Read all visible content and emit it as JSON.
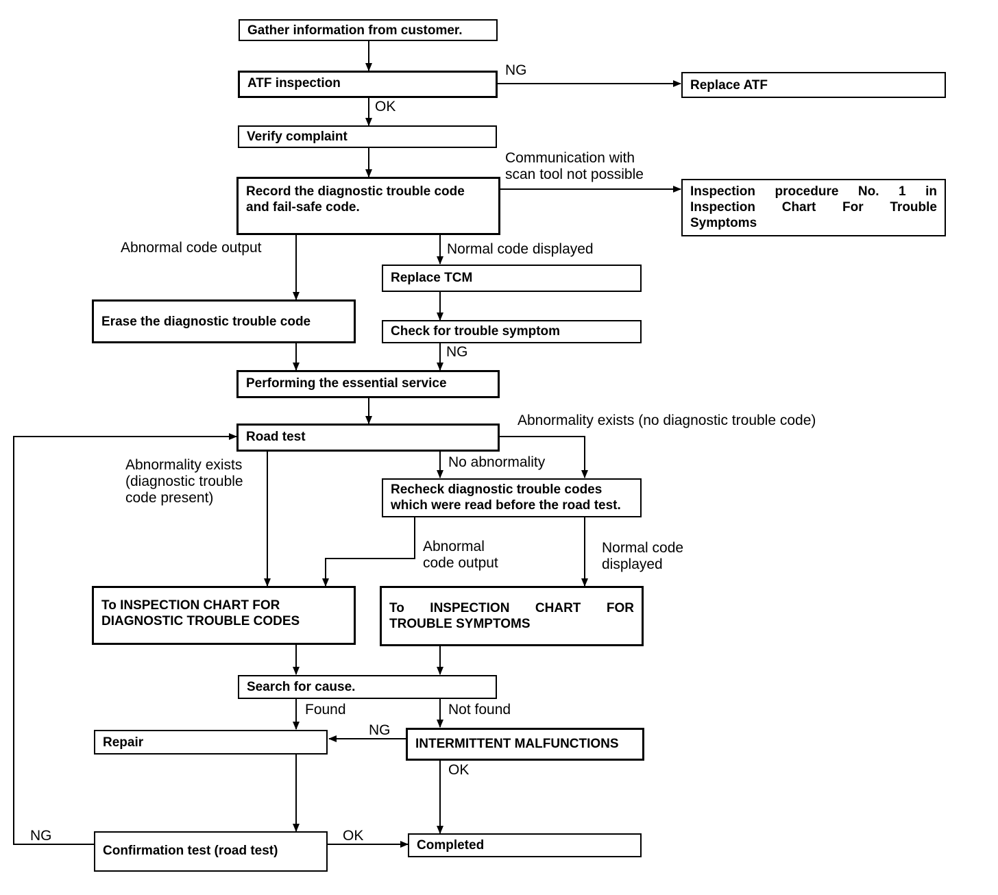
{
  "nodes": {
    "gather": "Gather information from customer.",
    "atf_inspection": "ATF inspection",
    "replace_atf": "Replace ATF",
    "verify": "Verify complaint",
    "record": "Record the diagnostic trouble code and fail-safe code.",
    "inspection_no1": "Inspection procedure No. 1 in Inspection Chart For Trouble Symptoms",
    "replace_tcm": "Replace TCM",
    "erase": "Erase the diagnostic trouble code",
    "check_symptom": "Check for trouble symptom",
    "essential": "Performing the essential service",
    "road_test": "Road test",
    "recheck": "Recheck diagnostic trouble codes which were read before the road test.",
    "chart_dtc": "To INSPECTION CHART FOR DIAGNOSTIC TROUBLE CODES",
    "chart_symptoms": "To INSPECTION CHART FOR TROUBLE SYMPTOMS",
    "search": "Search for cause.",
    "repair": "Repair",
    "intermittent": "INTERMITTENT MALFUNCTIONS",
    "confirmation": "Confirmation test (road test)",
    "completed": "Completed"
  },
  "edge_labels": {
    "atf_ng": "NG",
    "atf_ok": "OK",
    "comm_fail": "Communication with\nscan tool not possible",
    "abnormal_code": "Abnormal code output",
    "normal_code": "Normal code displayed",
    "symptom_ng": "NG",
    "abnormality_no_dtc": "Abnormality exists (no diagnostic trouble code)",
    "no_abnormality": "No abnormality",
    "abnormality_dtc": "Abnormality exists\n(diagnostic trouble\ncode present)",
    "recheck_abnormal": "Abnormal\ncode output",
    "recheck_normal": "Normal code\ndisplayed",
    "found": "Found",
    "not_found": "Not found",
    "intermittent_ng": "NG",
    "intermittent_ok": "OK",
    "confirm_ng": "NG",
    "confirm_ok": "OK"
  }
}
